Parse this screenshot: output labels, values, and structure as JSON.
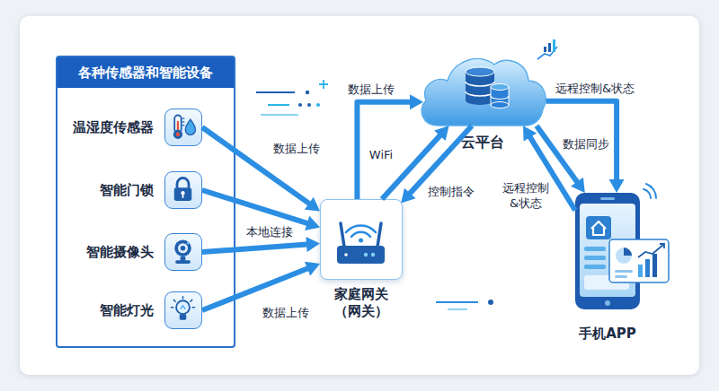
{
  "diagram": {
    "nodes": [
      {
        "text": [
          "各种传感器和智能设备"
        ]
      },
      {
        "text": [
          "温湿度传感器"
        ],
        "in": 0
      },
      {
        "text": [
          "智能门锁"
        ],
        "in": 0
      },
      {
        "text": [
          "智能摄像头"
        ],
        "in": 0
      },
      {
        "text": [
          "智能灯光"
        ],
        "in": 0
      },
      {
        "text": [
          "家庭网关 （网关）"
        ]
      },
      {
        "text": [
          "云平台"
        ]
      },
      {
        "text": [
          "手机APP"
        ]
      }
    ],
    "edges": [
      {
        "from": 1,
        "to": 5,
        "label": "数据上传",
        "arrow": "to"
      },
      {
        "from": 2,
        "to": 5,
        "arrow": "to"
      },
      {
        "from": 3,
        "to": 5,
        "label": "本地连接",
        "arrow": "to"
      },
      {
        "from": 4,
        "to": 5,
        "label": "数据上传",
        "arrow": "to"
      },
      {
        "from": 5,
        "to": 6,
        "label": "数据上传",
        "arrow": "to"
      },
      {
        "from": 5,
        "to": 6,
        "label": "WiFi",
        "arrow": "to"
      },
      {
        "from": 6,
        "to": 5,
        "label": "控制指令",
        "arrow": "to"
      },
      {
        "from": 6,
        "to": 7,
        "label": "远程控制&状态",
        "arrow": "to"
      },
      {
        "from": 6,
        "to": 7,
        "label": "数据同步",
        "arrow": "to"
      },
      {
        "from": 7,
        "to": 6,
        "label": "远程控制 &状态",
        "arrow": "to"
      }
    ]
  }
}
